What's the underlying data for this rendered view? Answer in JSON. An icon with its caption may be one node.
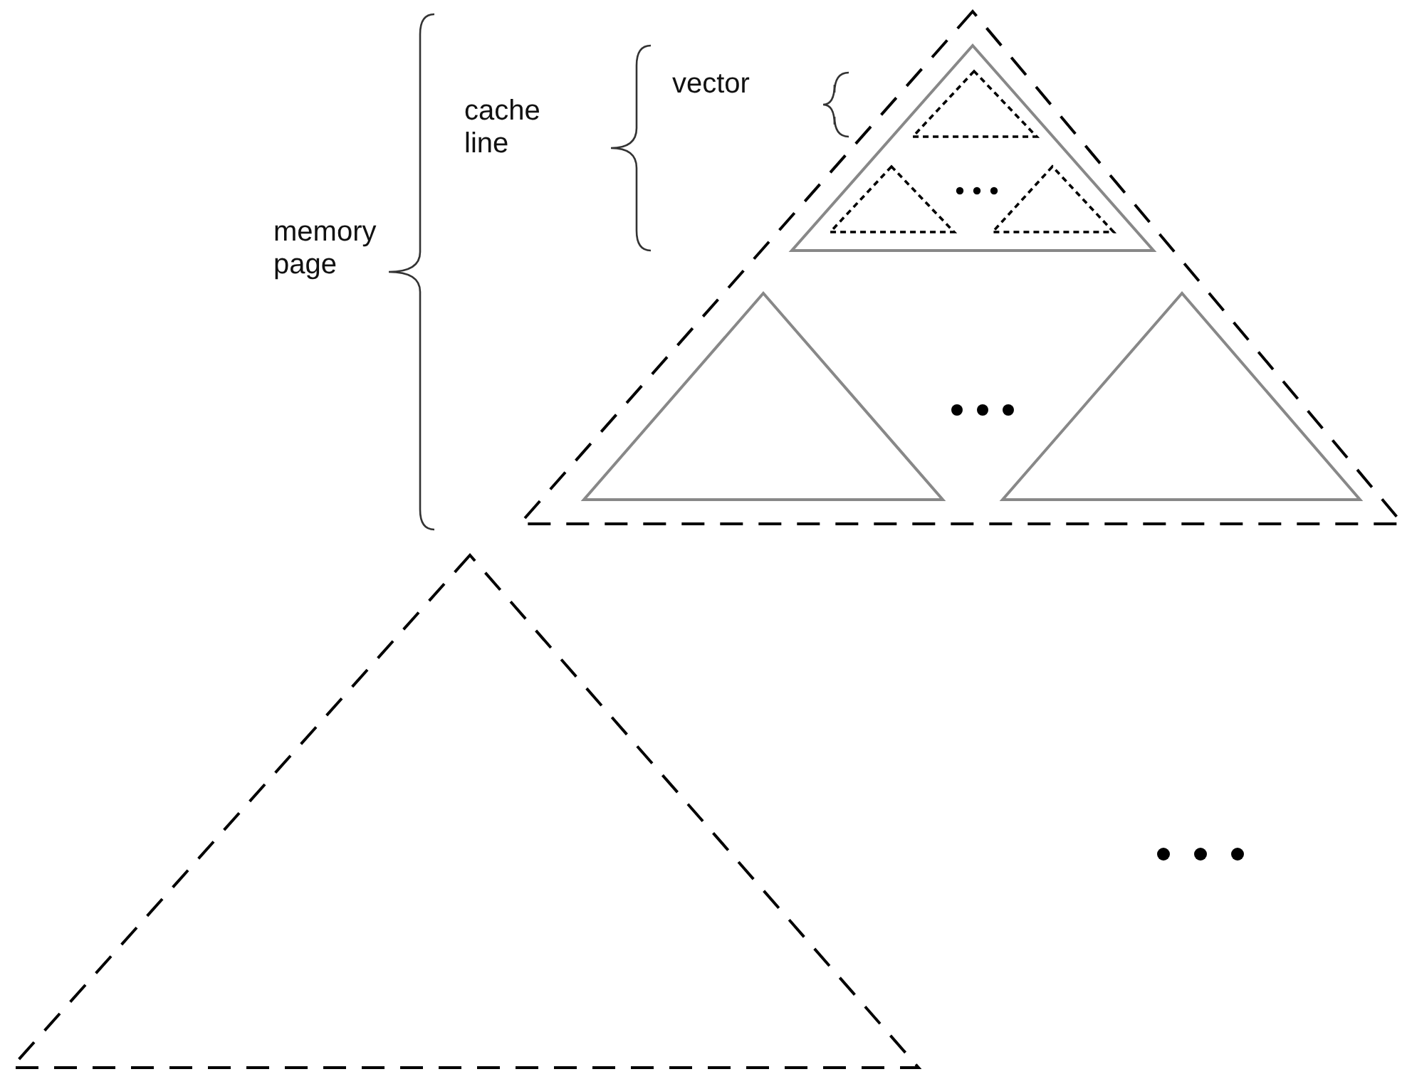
{
  "diagram": {
    "labels": [
      "vector",
      "cache line",
      "memory page"
    ]
  }
}
